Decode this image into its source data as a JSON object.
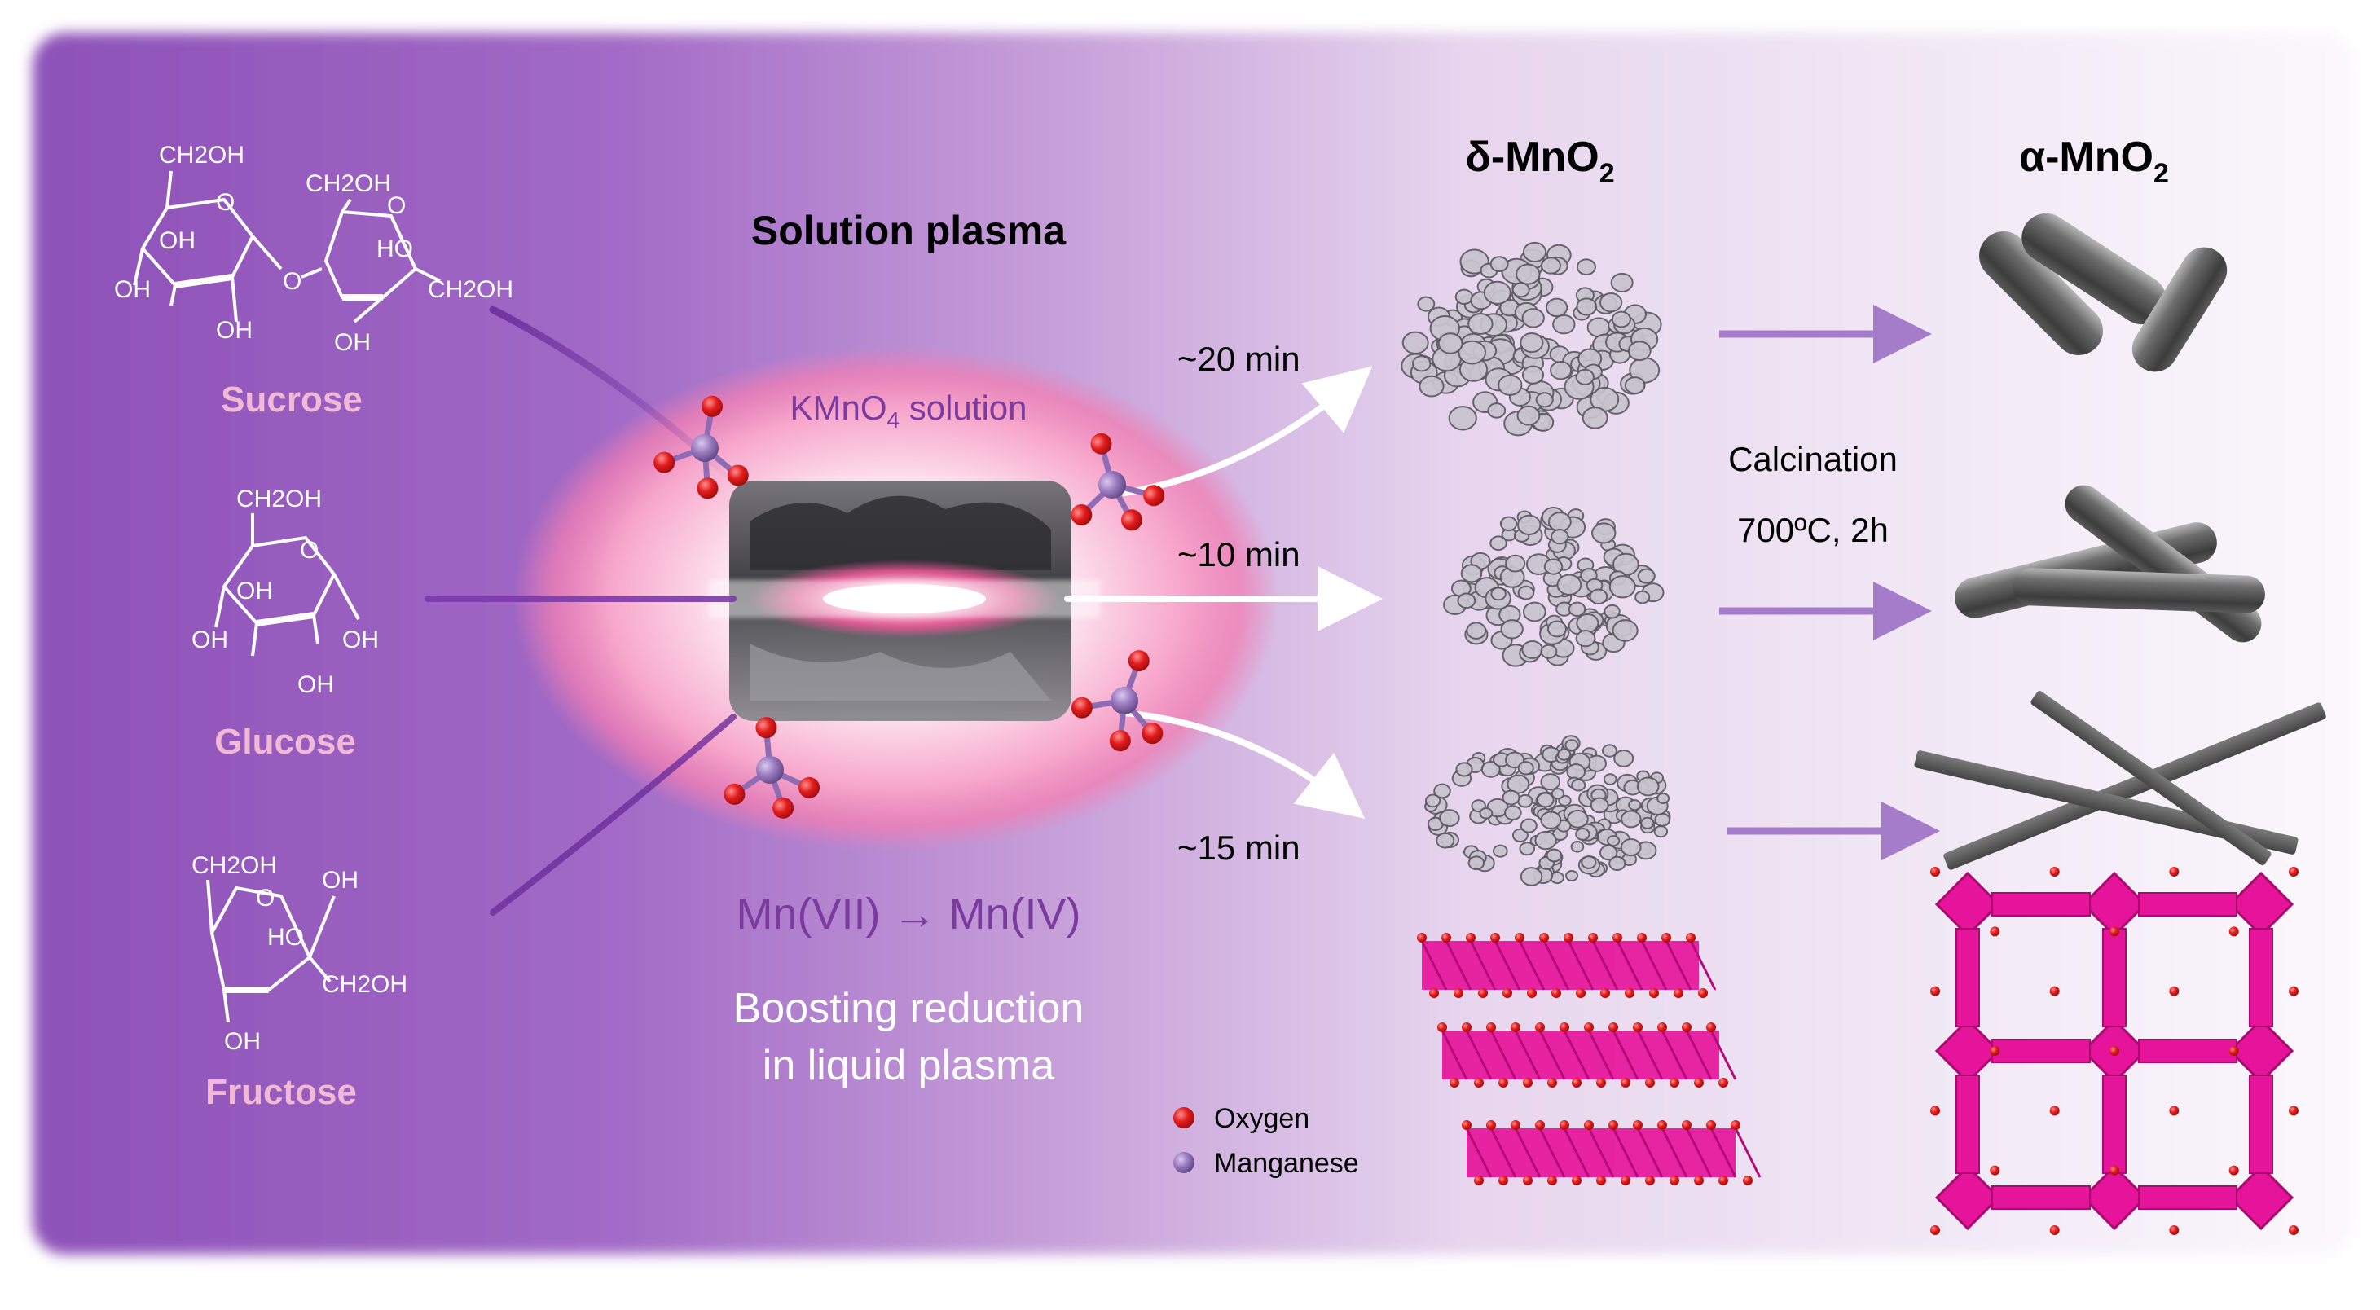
{
  "sugars": {
    "sucrose": {
      "name": "Sucrose",
      "labels": [
        "CH2OH",
        "CH2OH",
        "OH",
        "OH",
        "OH",
        "HO",
        "OH",
        "CH2OH",
        "O",
        "O",
        "O"
      ]
    },
    "glucose": {
      "name": "Glucose",
      "labels": [
        "CH2OH",
        "O",
        "OH",
        "OH",
        "OH",
        "OH"
      ]
    },
    "fructose": {
      "name": "Fructose",
      "labels": [
        "CH2OH",
        "O",
        "OH",
        "HO",
        "CH2OH",
        "OH"
      ]
    }
  },
  "plasma": {
    "title": "Solution plasma",
    "solution_main": "KMnO",
    "solution_sub": "4",
    "solution_tail": " solution",
    "reaction": "Mn(VII) → Mn(IV)",
    "caption_line1": "Boosting reduction",
    "caption_line2": "in liquid plasma"
  },
  "times": [
    "~20 min",
    "~10 min",
    "~15 min"
  ],
  "delta": {
    "prefix": "δ-MnO",
    "sub": "2"
  },
  "alpha": {
    "prefix": "α-MnO",
    "sub": "2"
  },
  "calcination": {
    "line1": "Calcination",
    "line2": "700ºC, 2h"
  },
  "legend": [
    {
      "label": "Oxygen",
      "color": "#e21b1b"
    },
    {
      "label": "Manganese",
      "color": "#9b7bc0"
    }
  ],
  "colors": {
    "purple_dark": "#8a4fb4",
    "sugar_label": "#f2b9d6",
    "arrow": "#a57cc9",
    "octahedra": "#e6149a",
    "rod": "#555555",
    "reaction_text": "#7a3a9e"
  }
}
